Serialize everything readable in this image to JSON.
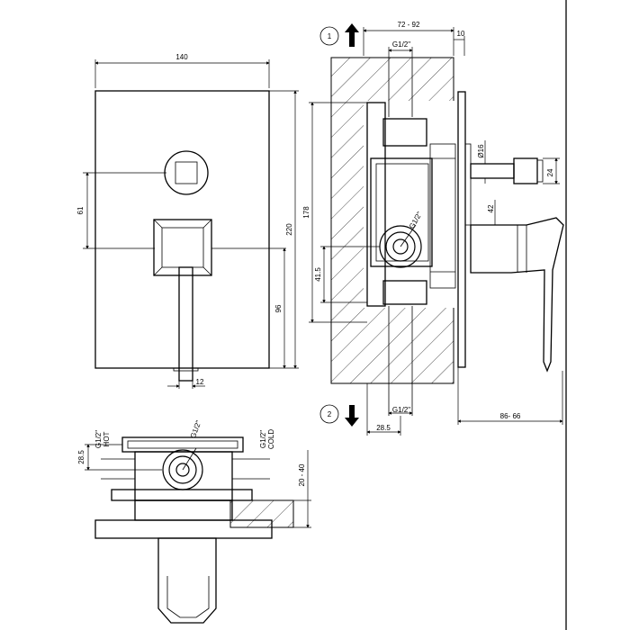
{
  "dimensions": {
    "front_width": "140",
    "front_height": "220",
    "height_178": "178",
    "offset_61": "61",
    "offset_96": "96",
    "handle_width": "12",
    "depth_range": "72 - 92",
    "cover_10": "10",
    "pipe_diam": "Ø16",
    "nut_24": "24",
    "square_42": "42",
    "offset_41_5": "41.5",
    "offset_28_5_side": "28.5",
    "offset_28_5_top": "28.5",
    "wall_range": "20 - 40",
    "projection_range": "86- 66"
  },
  "thread_labels": {
    "top": "G1/2\"",
    "bottom": "G1/2\"",
    "diagonal_side": "G1/2\"",
    "diagonal_top": "G1/2\"",
    "hot_thread": "G1/2\"",
    "hot_label": "HOT",
    "cold_thread": "G1/2\"",
    "cold_label": "COLD"
  },
  "flow_markers": {
    "marker1": "1",
    "marker2": "2"
  }
}
